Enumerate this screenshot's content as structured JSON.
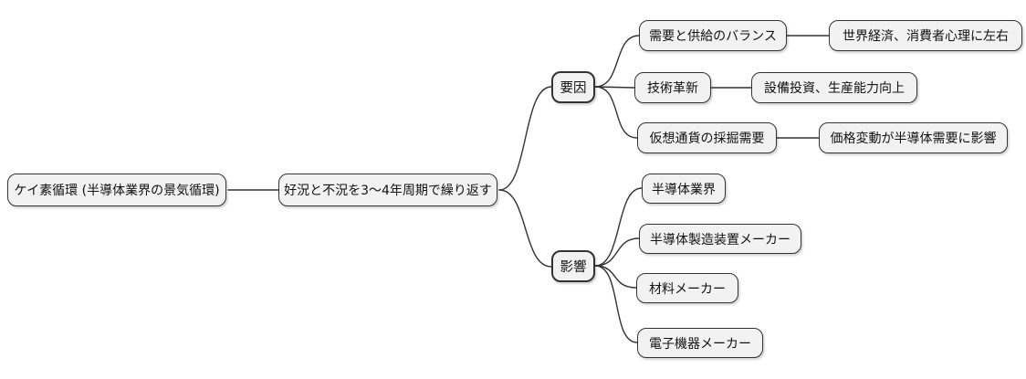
{
  "mindmap": {
    "root": {
      "label": "ケイ素循環 (半導体業界の景気循環)"
    },
    "cycle": {
      "label": "好況と不況を3〜4年周期で繰り返す"
    },
    "factors": {
      "label": "要因",
      "items": [
        {
          "label": "需要と供給のバランス",
          "detail": "世界経済、消費者心理に左右"
        },
        {
          "label": "技術革新",
          "detail": "設備投資、生産能力向上"
        },
        {
          "label": "仮想通貨の採掘需要",
          "detail": "価格変動が半導体需要に影響"
        }
      ]
    },
    "effects": {
      "label": "影響",
      "items": [
        {
          "label": "半導体業界"
        },
        {
          "label": "半導体製造装置メーカー"
        },
        {
          "label": "材料メーカー"
        },
        {
          "label": "電子機器メーカー"
        }
      ]
    }
  },
  "colors": {
    "background": "#ffffff",
    "node_fill": "#f2f2f2",
    "node_border": "#333333",
    "connector": "#333333",
    "text": "#111111"
  }
}
